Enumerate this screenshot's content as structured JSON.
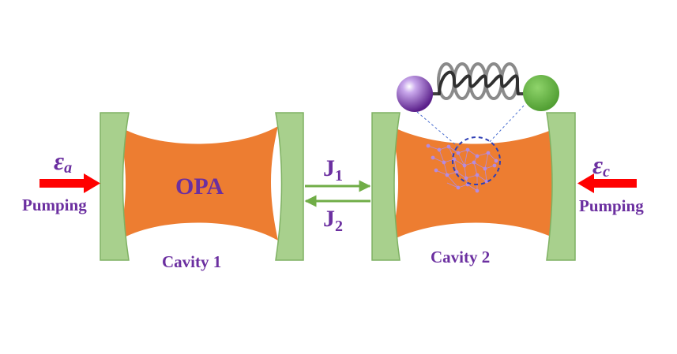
{
  "cavity1": {
    "label": "Cavity 1",
    "medium_label": "OPA"
  },
  "cavity2": {
    "label": "Cavity 2"
  },
  "pump_left": {
    "symbol": "ε",
    "subscript": "a",
    "label": "Pumping"
  },
  "pump_right": {
    "symbol": "ε",
    "subscript": "c",
    "label": "Pumping"
  },
  "coupling_forward": {
    "symbol": "J",
    "subscript": "1"
  },
  "coupling_backward": {
    "symbol": "J",
    "subscript": "2"
  },
  "colors": {
    "mirror_fill": "#a8d08d",
    "mirror_stroke": "#7fb163",
    "medium": "#ed7d31",
    "label_text": "#6b2fa0",
    "pump_arrow": "#ff0000",
    "coupling_arrow": "#70ad47",
    "spring": "#404040",
    "mass_left": "#7030a0",
    "mass_right": "#5fae3d",
    "dashed_circle": "#2f3fb5",
    "lattice": "#9e6fd6"
  }
}
